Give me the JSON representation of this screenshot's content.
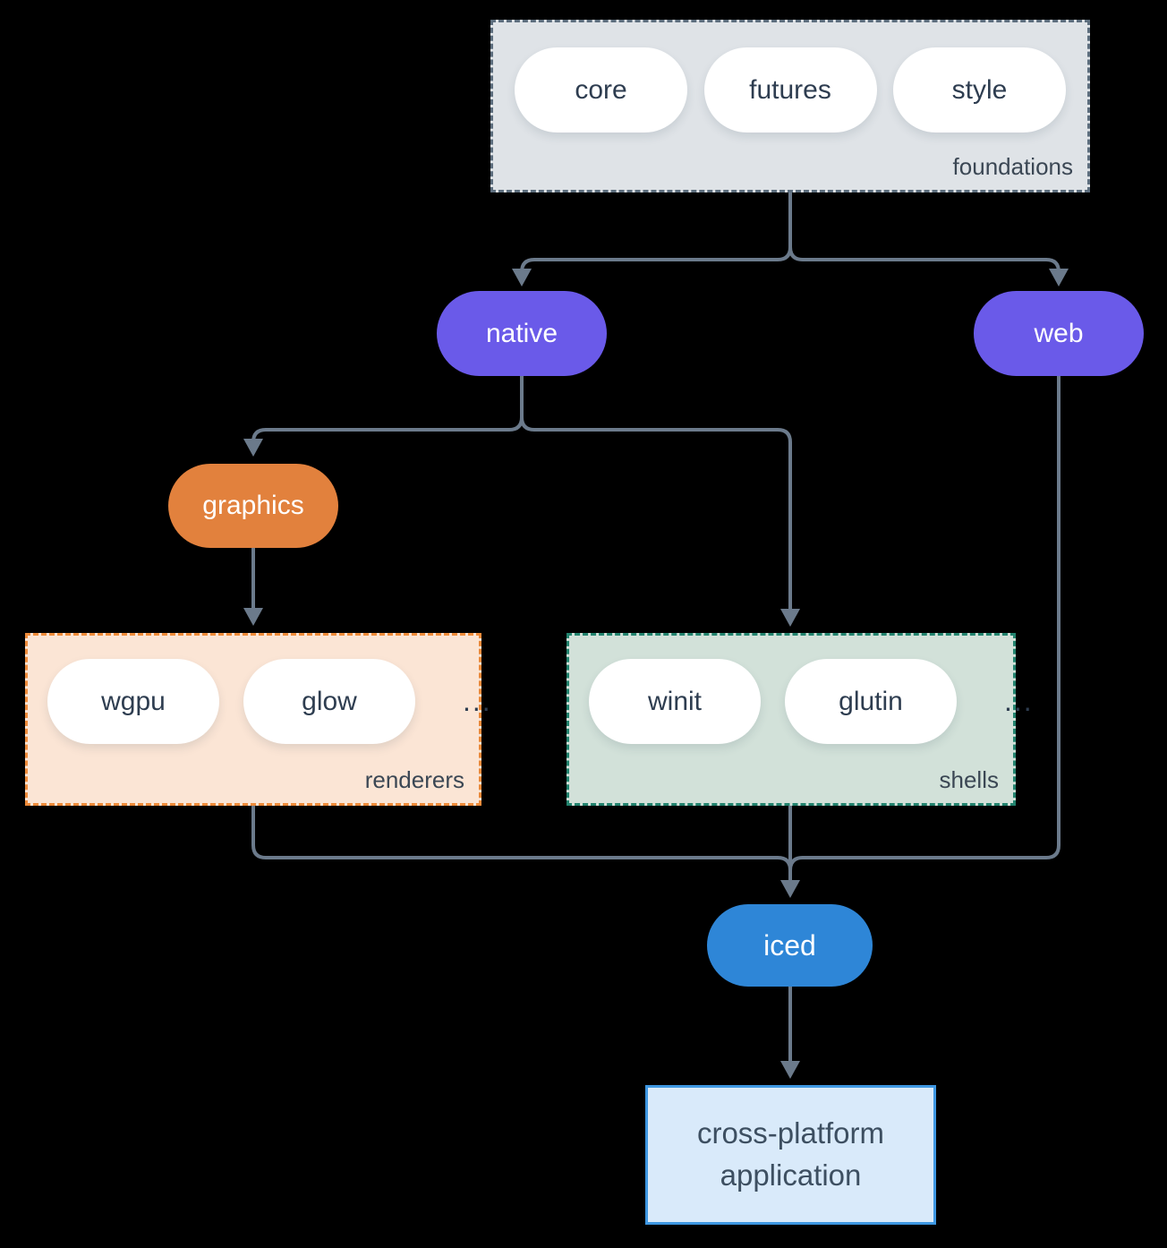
{
  "diagram": {
    "foundations": {
      "label": "foundations",
      "pills": [
        "core",
        "futures",
        "style"
      ]
    },
    "native": {
      "label": "native"
    },
    "web": {
      "label": "web"
    },
    "graphics": {
      "label": "graphics"
    },
    "renderers": {
      "label": "renderers",
      "pills": [
        "wgpu",
        "glow"
      ],
      "ellipsis": "..."
    },
    "shells": {
      "label": "shells",
      "pills": [
        "winit",
        "glutin"
      ],
      "ellipsis": "..."
    },
    "iced": {
      "label": "iced"
    },
    "application": {
      "line1": "cross-platform",
      "line2": "application"
    }
  },
  "colors": {
    "background": "#000000",
    "foundations_fill": "#dfe3e7",
    "foundations_border": "#5d6e7e",
    "node_purple": "#6a5ae9",
    "node_orange": "#e2813d",
    "node_blue": "#2e86d7",
    "renderers_fill": "#fbe5d5",
    "renderers_border": "#ee8b3a",
    "shells_fill": "#d2e1d9",
    "shells_border": "#22836e",
    "app_fill": "#d9eafa",
    "app_border": "#3e97e2",
    "connector": "#6b7a8b",
    "text_dark": "#2e3d50",
    "text_white": "#ffffff"
  }
}
